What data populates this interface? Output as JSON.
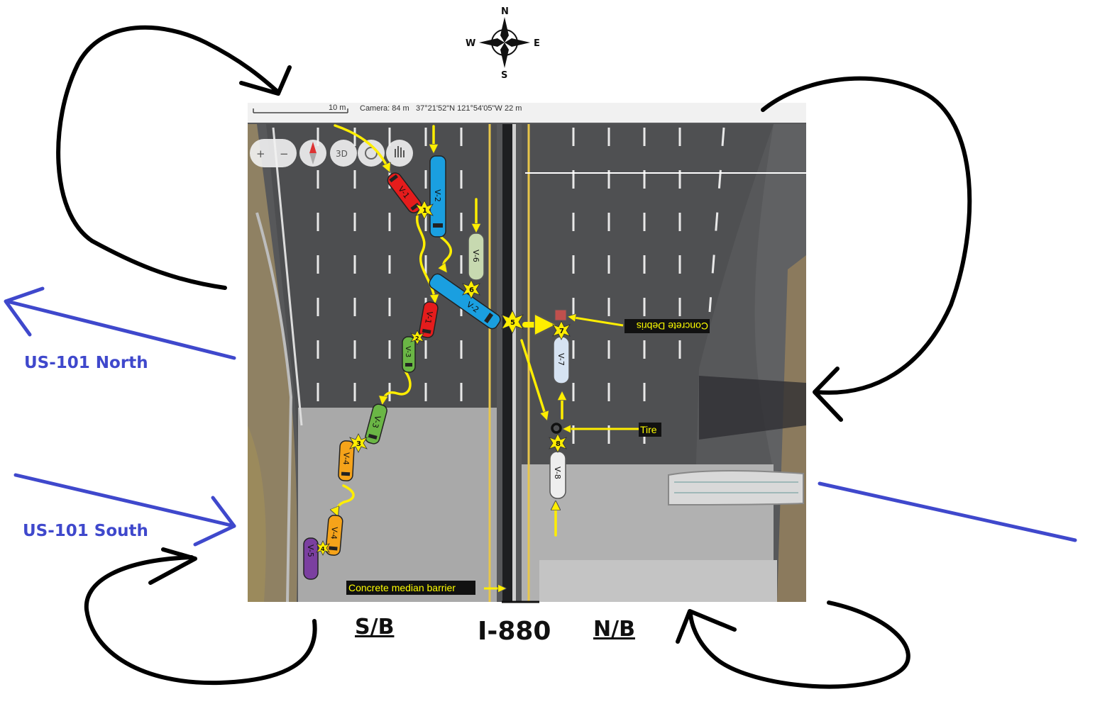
{
  "compass": {
    "n": "N",
    "s": "S",
    "e": "E",
    "w": "W"
  },
  "map_bar": {
    "scale": "10 m",
    "camera": "Camera: 84 m",
    "coords": "37°21'52\"N 121°54'05\"W",
    "alt": "22 m"
  },
  "map_controls": {
    "zoom_in": "+",
    "zoom_out": "−",
    "three_d": "3D"
  },
  "routes": {
    "north": "US-101 North",
    "south": "US-101 South"
  },
  "highway": {
    "sb": "S/B",
    "name": "I-880",
    "nb": "N/B"
  },
  "vehicles": [
    {
      "label": "V-1",
      "color": "#e51c1c"
    },
    {
      "label": "V-2",
      "color": "#1a9fe0"
    },
    {
      "label": "V-6",
      "color": "#c7d9b0"
    },
    {
      "label": "V-2",
      "color": "#1a9fe0"
    },
    {
      "label": "V-1",
      "color": "#e51c1c"
    },
    {
      "label": "V-3",
      "color": "#6ab645"
    },
    {
      "label": "V-3",
      "color": "#6ab645"
    },
    {
      "label": "V-4",
      "color": "#f5a31a"
    },
    {
      "label": "V-4",
      "color": "#f5a31a"
    },
    {
      "label": "V-5",
      "color": "#7b3fa0"
    },
    {
      "label": "V-7",
      "color": "#d6e3f2"
    },
    {
      "label": "V-8",
      "color": "#eeeeee"
    }
  ],
  "impacts": [
    "1",
    "6",
    "5",
    "7",
    "2",
    "3",
    "4",
    "8"
  ],
  "callouts": {
    "debris": "Concrete Debris",
    "tire": "Tire",
    "median": "Concrete median barrier"
  }
}
